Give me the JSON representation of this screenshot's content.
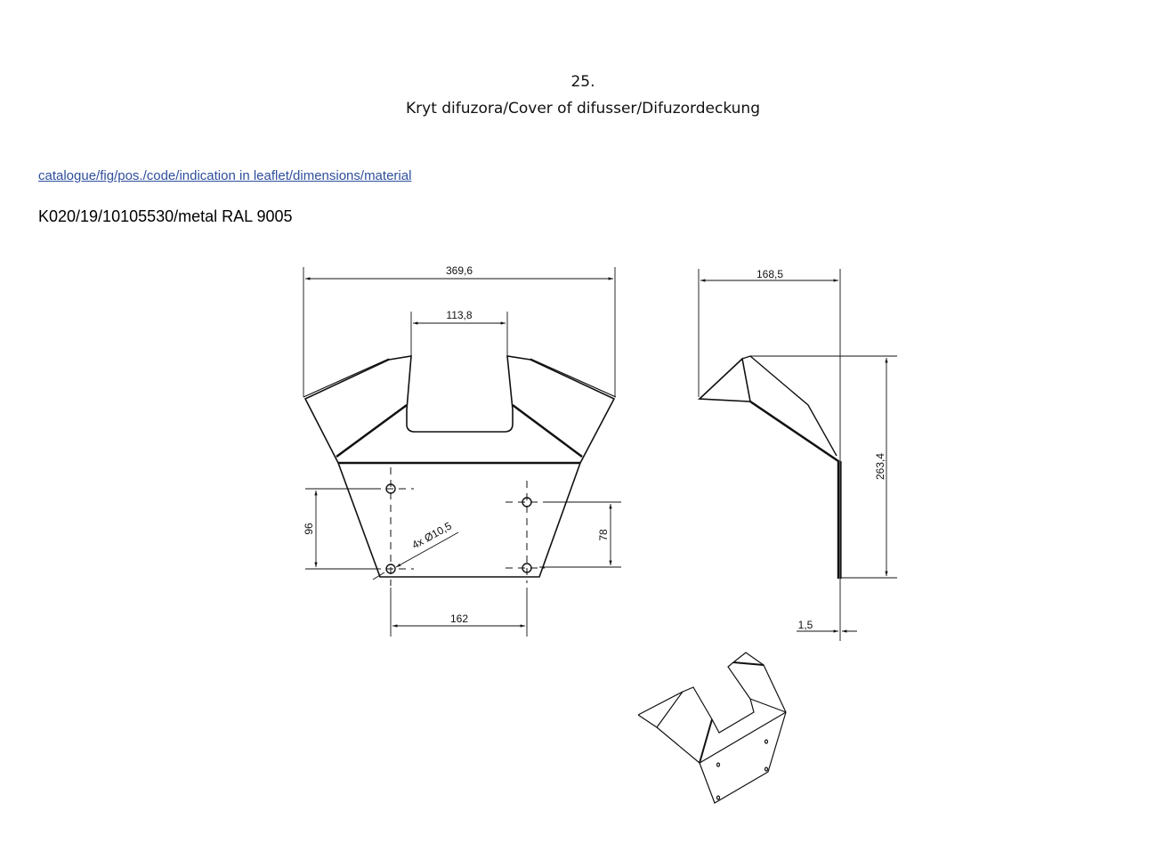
{
  "header": {
    "number": "25.",
    "title": "Kryt difuzora/Cover of difusser/Difuzordeckung"
  },
  "info": {
    "legend_link": "catalogue/fig/pos./code/indication in leaflet/dimensions/material",
    "code_line": "K020/19/10105530/metal RAL 9005"
  },
  "drawing": {
    "front": {
      "overall_width": "369,6",
      "slot_width": "113,8",
      "left_hole_spacing": "96",
      "right_hole_spacing": "78",
      "hole_horizontal_spacing": "162",
      "hole_note": "4x Ø10,5"
    },
    "side": {
      "depth": "168,5",
      "height": "263,4",
      "thickness": "1,5"
    }
  }
}
